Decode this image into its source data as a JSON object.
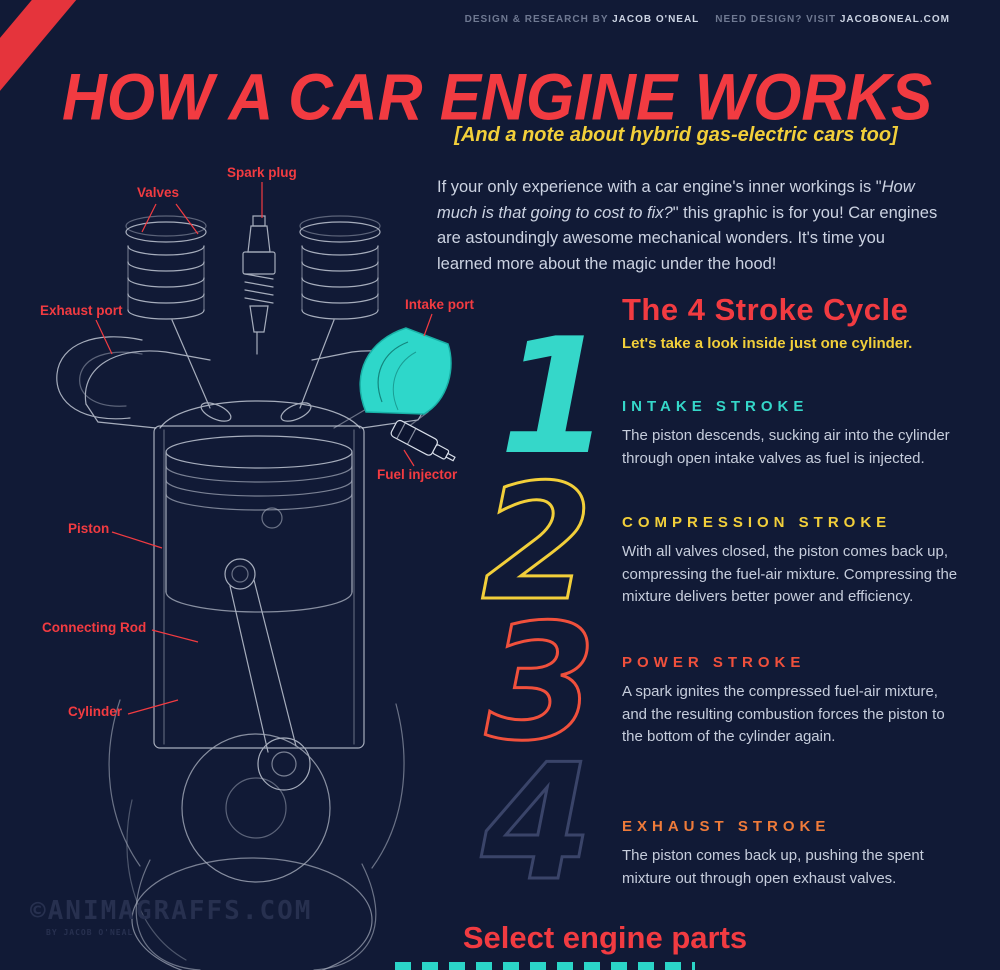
{
  "colors": {
    "background": "#111a36",
    "accent_red": "#f23b41",
    "accent_yellow": "#f2cf3a",
    "accent_cyan": "#35d7c9",
    "accent_orange": "#ef7b3a",
    "body_text": "#c6cddc"
  },
  "header": {
    "credit1_label": "DESIGN & RESEARCH BY ",
    "credit1_name": "JACOB O'NEAL",
    "credit2_label": "NEED DESIGN? VISIT ",
    "credit2_name": "JACOBONEAL.COM",
    "title": "HOW A CAR ENGINE WORKS",
    "subtitle": "[And a note about hybrid gas-electric cars too]"
  },
  "intro": {
    "before_italic": "If your only experience with a car engine's inner workings is \"",
    "italic": "How much is that going to cost to fix?",
    "after_italic": "\" this graphic is for you! Car engines are astoundingly awesome mechanical wonders. It's time you learned more about the magic under the hood!"
  },
  "diagram": {
    "labels": [
      {
        "id": "spark-plug",
        "text": "Spark plug"
      },
      {
        "id": "valves",
        "text": "Valves"
      },
      {
        "id": "exhaust-port",
        "text": "Exhaust port"
      },
      {
        "id": "intake-port",
        "text": "Intake port"
      },
      {
        "id": "fuel-injector",
        "text": "Fuel injector"
      },
      {
        "id": "piston",
        "text": "Piston"
      },
      {
        "id": "connecting-rod",
        "text": "Connecting Rod"
      },
      {
        "id": "cylinder",
        "text": "Cylinder"
      }
    ]
  },
  "cycle": {
    "heading": "The 4 Stroke Cycle",
    "subheading": "Let's take a look inside just one cylinder.",
    "steps": [
      {
        "number": "1",
        "title": "INTAKE STROKE",
        "body": "The piston descends, sucking air into the cylinder through open intake valves as fuel is injected."
      },
      {
        "number": "2",
        "title": "COMPRESSION STROKE",
        "body": "With all valves closed, the piston comes back up, compressing the fuel-air mixture. Compressing the mixture delivers better power and efficiency."
      },
      {
        "number": "3",
        "title": "POWER STROKE",
        "body": "A spark ignites the compressed fuel-air mixture, and the resulting combustion forces the piston to the bottom of the cylinder again."
      },
      {
        "number": "4",
        "title": "EXHAUST STROKE",
        "body": "The piston comes back up, pushing the spent mixture out through open exhaust valves."
      }
    ]
  },
  "footer": {
    "watermark": "©ANIMAGRAFFS.COM",
    "watermark_sub": "BY JACOB O'NEAL",
    "select_heading": "Select engine parts"
  }
}
